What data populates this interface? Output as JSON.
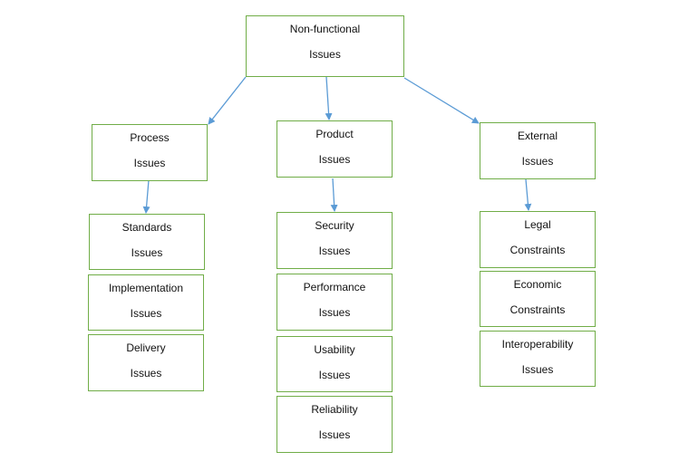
{
  "diagram": {
    "colors": {
      "border": "#70ad47",
      "arrow": "#5b9bd5"
    },
    "root": {
      "line1": "Non-functional",
      "line2": "Issues"
    },
    "process": {
      "line1": "Process",
      "line2": "Issues",
      "children": [
        {
          "line1": "Standards",
          "line2": "Issues"
        },
        {
          "line1": "Implementation",
          "line2": "Issues"
        },
        {
          "line1": "Delivery",
          "line2": "Issues"
        }
      ]
    },
    "product": {
      "line1": "Product",
      "line2": "Issues",
      "children": [
        {
          "line1": "Security",
          "line2": "Issues"
        },
        {
          "line1": "Performance",
          "line2": "Issues"
        },
        {
          "line1": "Usability",
          "line2": "Issues"
        },
        {
          "line1": "Reliability",
          "line2": "Issues"
        }
      ]
    },
    "external": {
      "line1": "External",
      "line2": "Issues",
      "children": [
        {
          "line1": "Legal",
          "line2": "Constraints"
        },
        {
          "line1": "Economic",
          "line2": "Constraints"
        },
        {
          "line1": "Interoperability",
          "line2": "Issues"
        }
      ]
    }
  }
}
